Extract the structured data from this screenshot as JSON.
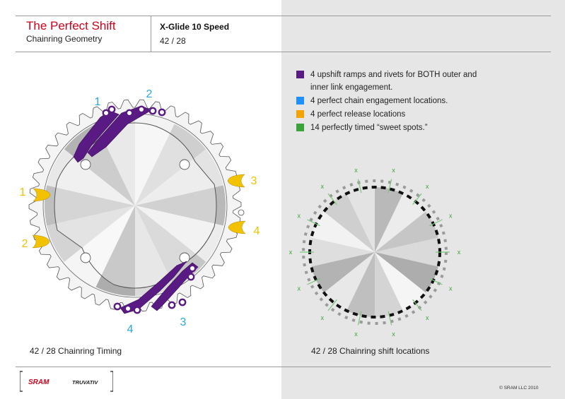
{
  "header": {
    "title": "The Perfect Shift",
    "subtitle": "Chainring Geometry",
    "model": "X-Glide 10 Speed",
    "ratio": "42 / 28"
  },
  "legend": [
    {
      "color": "#5a1a83",
      "lines": [
        "4 upshift ramps and rivets for BOTH outer and",
        "inner link engagement."
      ]
    },
    {
      "color": "#1e90ff",
      "lines": [
        "4 perfect chain engagement locations."
      ]
    },
    {
      "color": "#f5a300",
      "lines": [
        "4 perfect release locations"
      ]
    },
    {
      "color": "#3aa33a",
      "lines": [
        "14 perfectly timed “sweet spots.”"
      ]
    }
  ],
  "left_diagram": {
    "caption": "42 / 28 Chainring Timing",
    "blue_labels": [
      "1",
      "2",
      "3",
      "4"
    ],
    "yellow_labels": [
      "1",
      "2",
      "3",
      "4"
    ],
    "colors": {
      "ramp": "#5a1a83",
      "engage": "#29a8e0",
      "release": "#f2c200"
    }
  },
  "right_diagram": {
    "caption": "42 / 28 Chainring shift locations",
    "marker": "x",
    "marker_count": 14
  },
  "footer": {
    "brand_sram": "SRAM",
    "brand_truvativ": "TRUVATIV",
    "copyright": "© SRAM LLC 2010"
  }
}
